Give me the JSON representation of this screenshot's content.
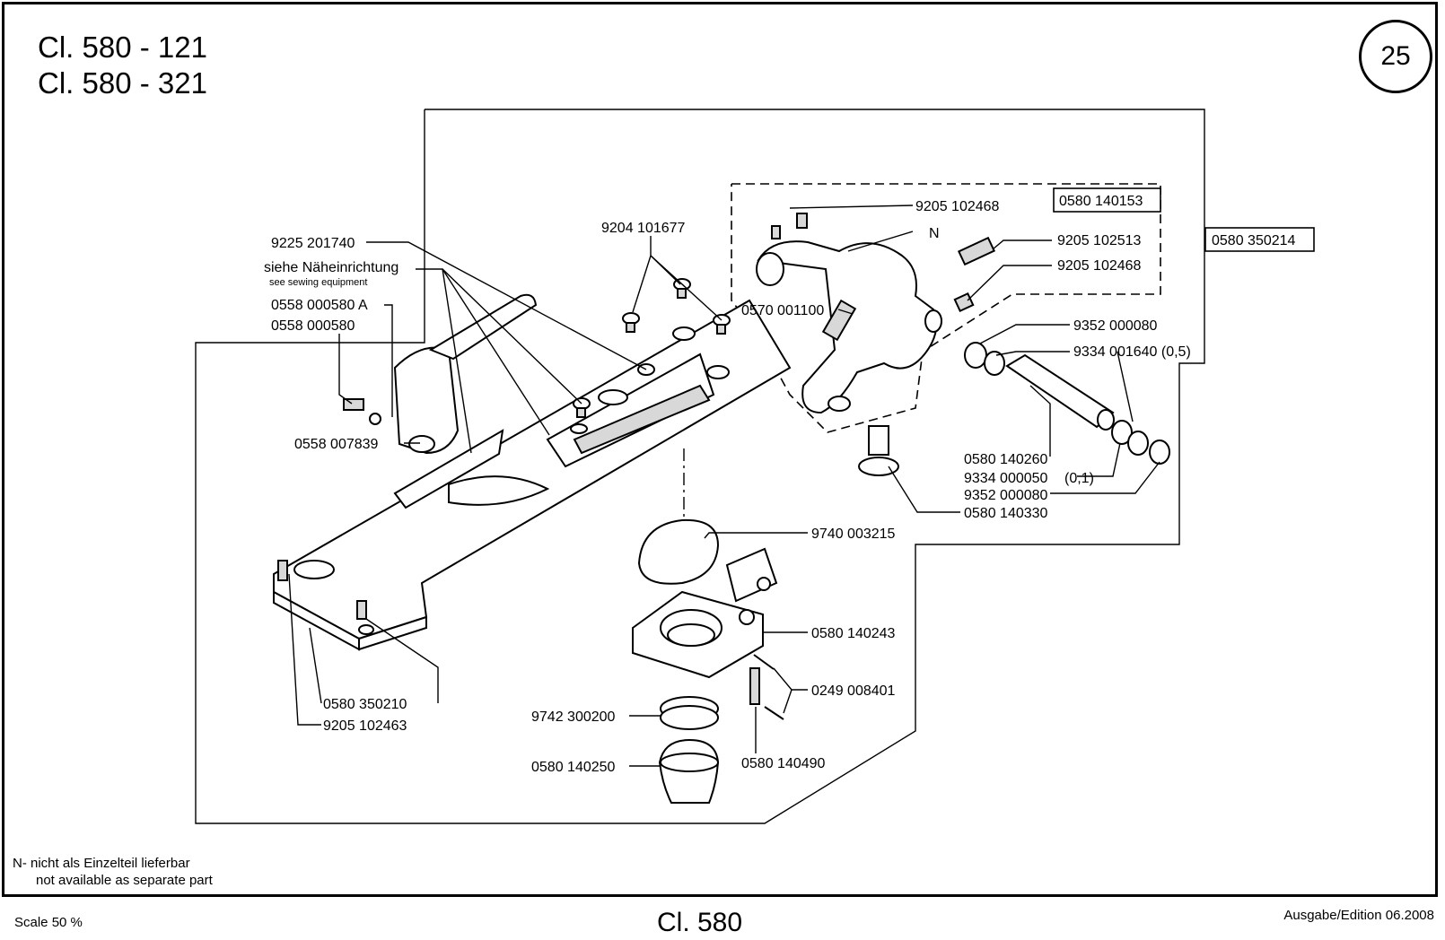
{
  "header": {
    "title_line1": "Cl. 580 - 121",
    "title_line2": "Cl. 580 - 321",
    "page_number": "25"
  },
  "labels": {
    "p9205_102468_top": "9205 102468",
    "box_0580_140153": "0580 140153",
    "n_marker": "N",
    "p9204_101677": "9204 101677",
    "p9225_201740": "9225 201740",
    "siehe": "siehe Näheinrichtung",
    "see_sewing": "see sewing equipment",
    "p0558_000580A": "0558 000580 A",
    "p0558_000580": "0558 000580",
    "p9205_102513": "9205 102513",
    "p9205_102468_right": "9205 102468",
    "box_0580_350214": "0580 350214",
    "p0570_001100": "0570 001100",
    "p9352_000080_top": "9352 000080",
    "p9334_001640": "9334 001640 (0,5)",
    "p0558_007839": "0558 007839",
    "p0580_140260": "0580 140260",
    "p9334_000050": "9334 000050",
    "p9334_000050_note": "(0,1)",
    "p9352_000080_bottom": "9352 000080",
    "p0580_140330": "0580 140330",
    "p9740_003215": "9740 003215",
    "p0580_140243": "0580 140243",
    "p0249_008401": "0249 008401",
    "p0580_350210": "0580 350210",
    "p9205_102463": "9205 102463",
    "p9742_300200": "9742 300200",
    "p0580_140250": "0580 140250",
    "p0580_140490": "0580 140490"
  },
  "notes": {
    "n_note_de": "N- nicht als Einzelteil lieferbar",
    "n_note_en": "not available as separate part"
  },
  "footer": {
    "scale": "Scale 50 %",
    "model": "Cl. 580",
    "edition": "Ausgabe/Edition 06.2008"
  }
}
